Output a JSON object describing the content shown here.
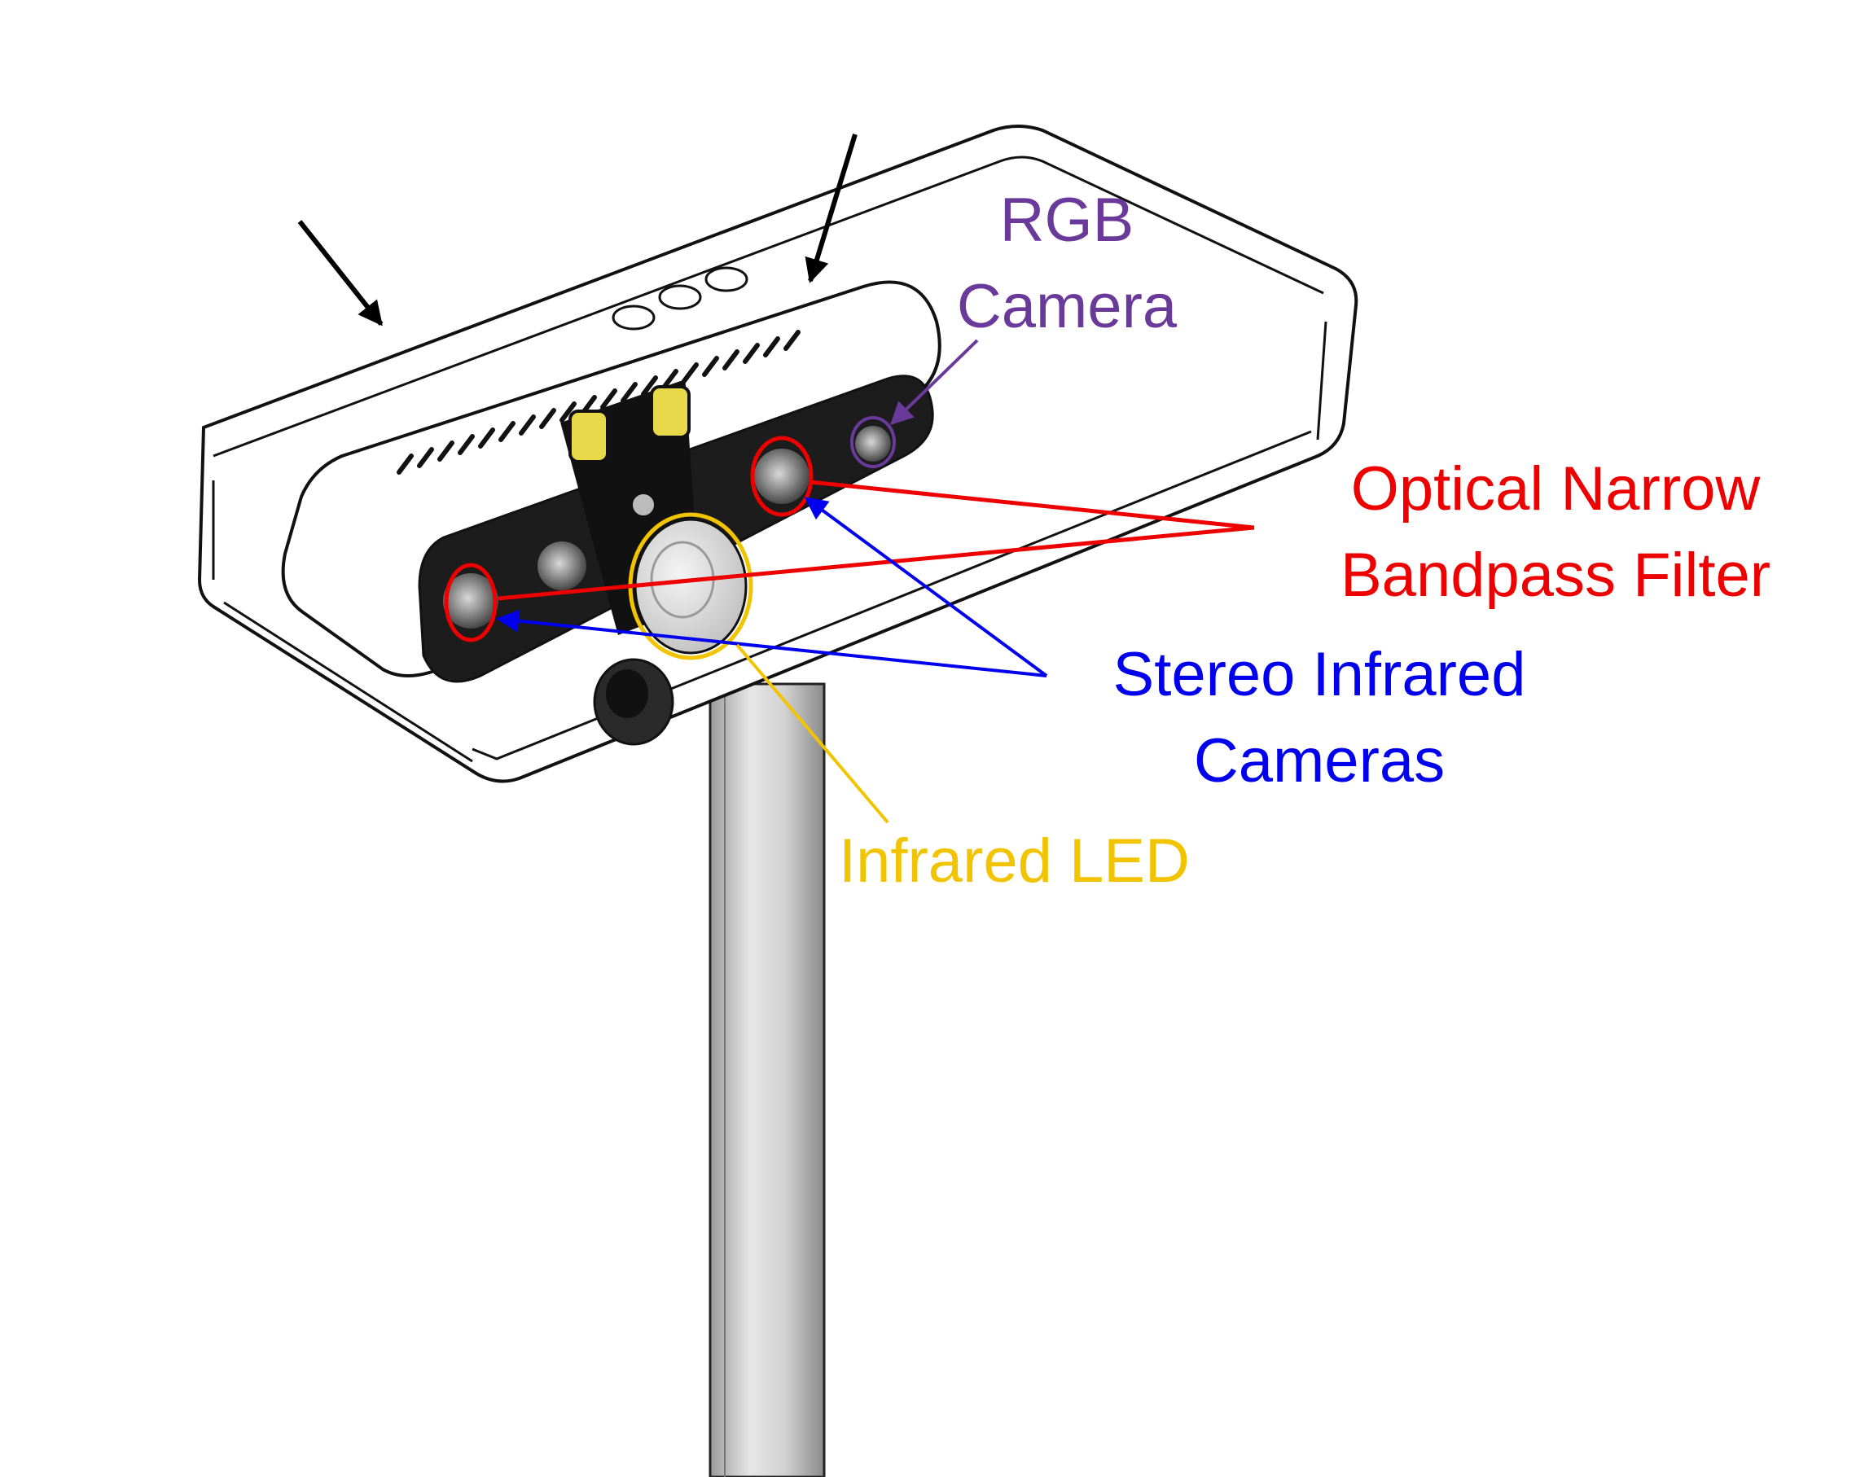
{
  "labels": {
    "rgb_camera": {
      "lines": [
        "RGB",
        "Camera"
      ],
      "color": "#6a3a9a"
    },
    "bandpass_filter": {
      "lines": [
        "Optical Narrow",
        "Bandpass Filter"
      ],
      "color": "#ee0000"
    },
    "stereo_ir": {
      "lines": [
        "Stereo Infrared",
        "Cameras"
      ],
      "color": "#0000ee"
    },
    "ir_led": {
      "lines": [
        "Infrared LED"
      ],
      "color": "#f2c400"
    }
  },
  "colors": {
    "outline": "#111111",
    "face": "#1c1c1c",
    "body": "#ffffff",
    "pole": "#cfcfcf",
    "bracket_tab": "#e8d94a",
    "arrow": "#000000"
  }
}
